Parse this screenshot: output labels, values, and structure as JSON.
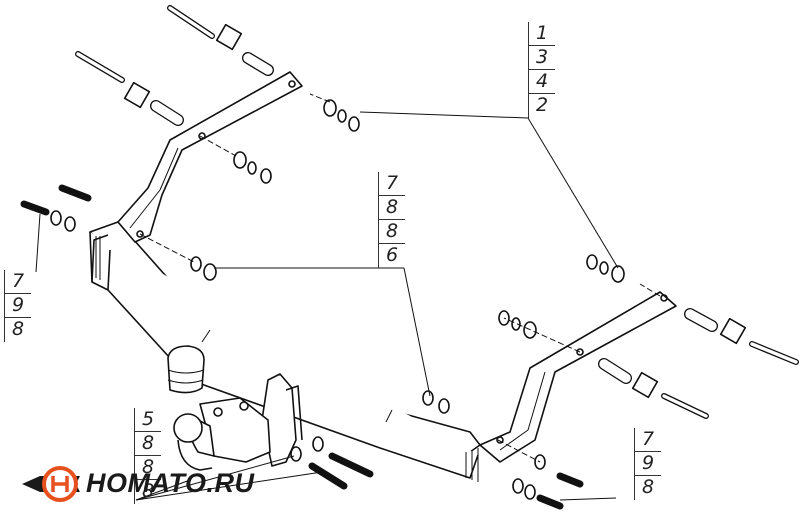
{
  "callouts": {
    "top_right": [
      "1",
      "3",
      "4",
      "2"
    ],
    "center": [
      "7",
      "8",
      "8",
      "6"
    ],
    "left": [
      "7",
      "9",
      "8"
    ],
    "bottom_left": [
      "5",
      "8",
      "8",
      "8"
    ],
    "bottom_right": [
      "7",
      "9",
      "8"
    ]
  },
  "logo": {
    "text": "HOMATO.RU",
    "accent_color": "#e8501e"
  },
  "colors": {
    "line": "#111111",
    "background": "#ffffff"
  }
}
